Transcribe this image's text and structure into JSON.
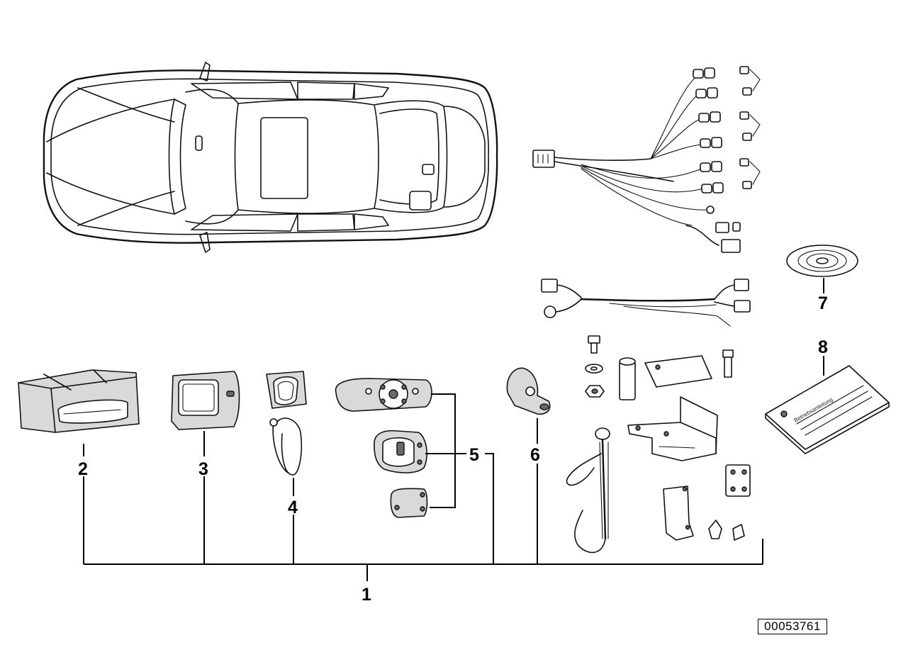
{
  "callouts": {
    "c1": "1",
    "c2": "2",
    "c3": "3",
    "c4": "4",
    "c5": "5",
    "c6": "6",
    "c7": "7",
    "c8": "8"
  },
  "manual_cover_text": "Betriebsanleitung",
  "diagram_reference": "00053761"
}
